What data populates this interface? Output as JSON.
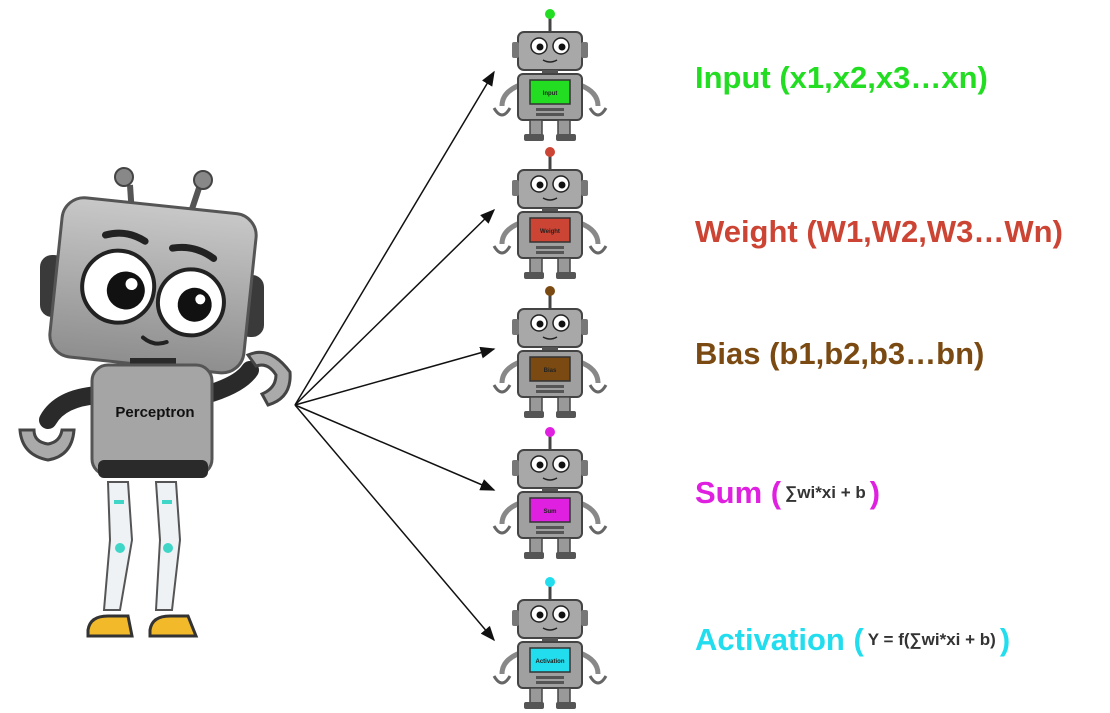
{
  "main_robot": {
    "label": "Perceptron"
  },
  "components": [
    {
      "id": "input",
      "title": "Input (x1,x2,x3…xn)",
      "screen_label": "Input",
      "color": "#22dd22",
      "formula": ""
    },
    {
      "id": "weight",
      "title": "Weight (W1,W2,W3…Wn)",
      "screen_label": "Weight",
      "color": "#cc4433",
      "formula": ""
    },
    {
      "id": "bias",
      "title": "Bias (b1,b2,b3…bn)",
      "screen_label": "Bias",
      "color": "#7a4a12",
      "formula": ""
    },
    {
      "id": "sum",
      "title_prefix": "Sum (",
      "formula": "∑wi*xi + b",
      "title_suffix": ")",
      "screen_label": "Sum",
      "color": "#e020e0"
    },
    {
      "id": "activation",
      "title_prefix": "Activation (",
      "formula": "Y = f(∑wi*xi + b)",
      "title_suffix": ")",
      "screen_label": "Activation",
      "color": "#22ddee"
    }
  ],
  "colors": {
    "robot_body": "#9a9a9a",
    "robot_dark": "#2a2a2a",
    "robot_foot": "#f2b92a",
    "robot_joint": "#3fd6c8"
  }
}
